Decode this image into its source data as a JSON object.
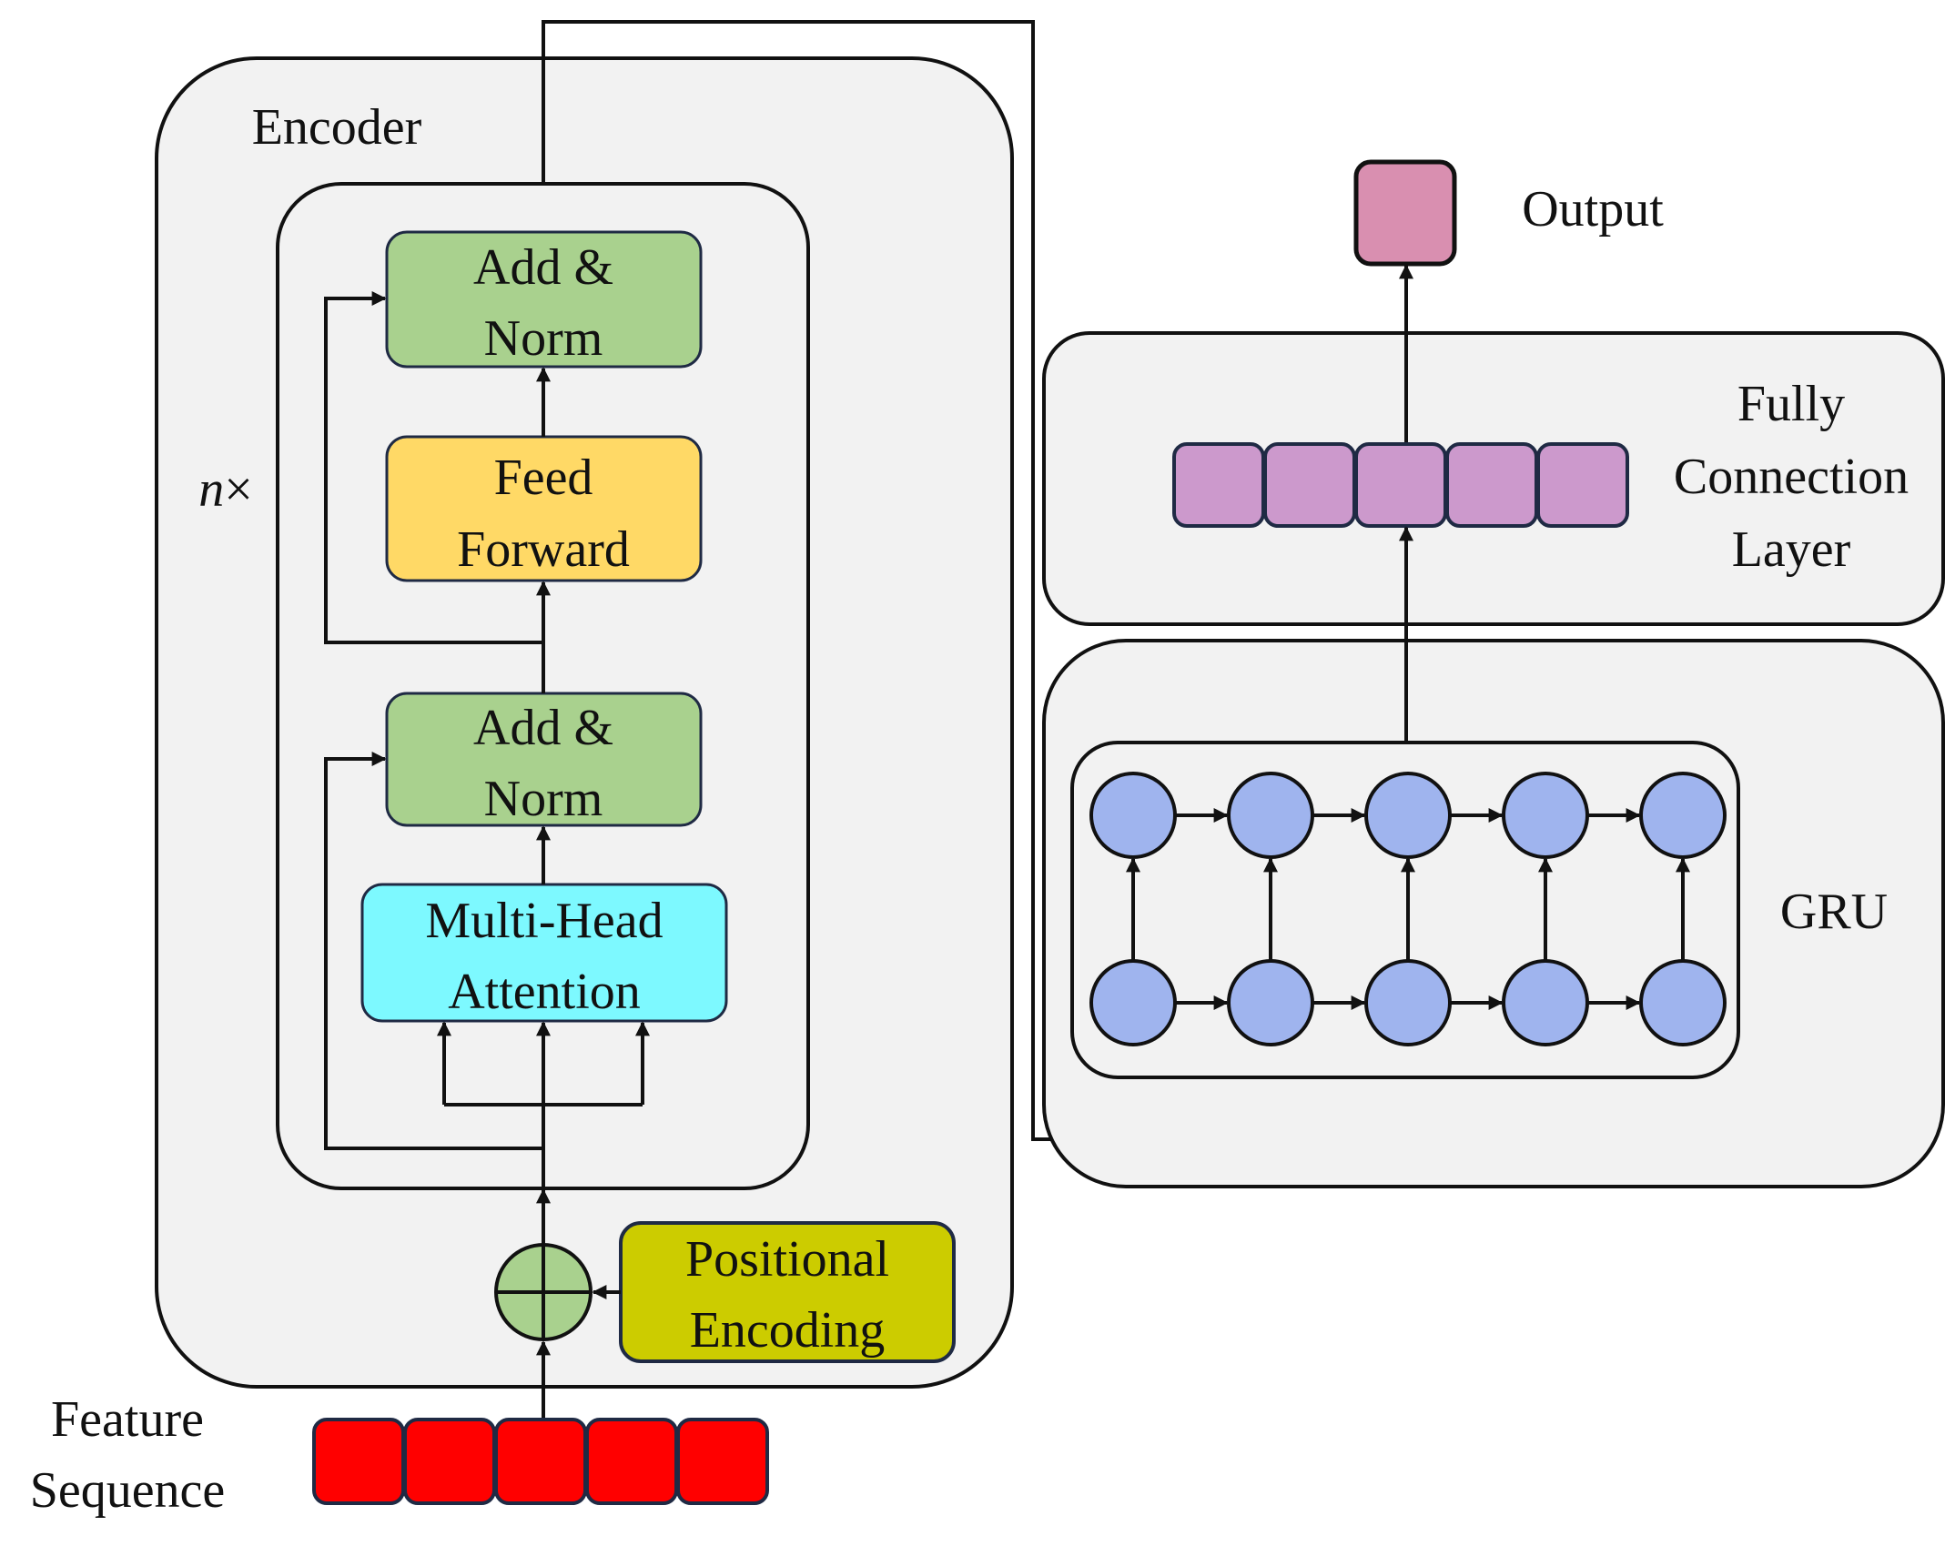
{
  "encoder": {
    "title": "Encoder",
    "repeat_label_var": "n",
    "repeat_label_sym": "×",
    "add_norm_top": {
      "line1": "Add &",
      "line2": "Norm"
    },
    "feed_forward": {
      "line1": "Feed",
      "line2": "Forward"
    },
    "add_norm_bottom": {
      "line1": "Add &",
      "line2": "Norm"
    },
    "attention": {
      "line1": "Multi-Head",
      "line2": "Attention"
    },
    "positional_encoding": {
      "line1": "Positional",
      "line2": "Encoding"
    }
  },
  "input": {
    "line1": "Feature",
    "line2": "Sequence",
    "cell_count": 5
  },
  "gru": {
    "label": "GRU",
    "nodes_per_row": 5,
    "rows": 2
  },
  "fully_connected": {
    "line1": "Fully",
    "line2": "Connection",
    "line3": "Layer",
    "cell_count": 5
  },
  "output": {
    "label": "Output"
  },
  "colors": {
    "panel_fill": "#f2f2f2",
    "add_norm": "#a9d18e",
    "feed_forward": "#ffd966",
    "attention": "#7df9ff",
    "positional_encoding": "#cccc00",
    "adder": "#a9d18e",
    "feature_cells": "#ff0000",
    "fc_cells": "#cc99cc",
    "output_cell": "#d98fb0",
    "gru_nodes": "#9fb4ee"
  }
}
